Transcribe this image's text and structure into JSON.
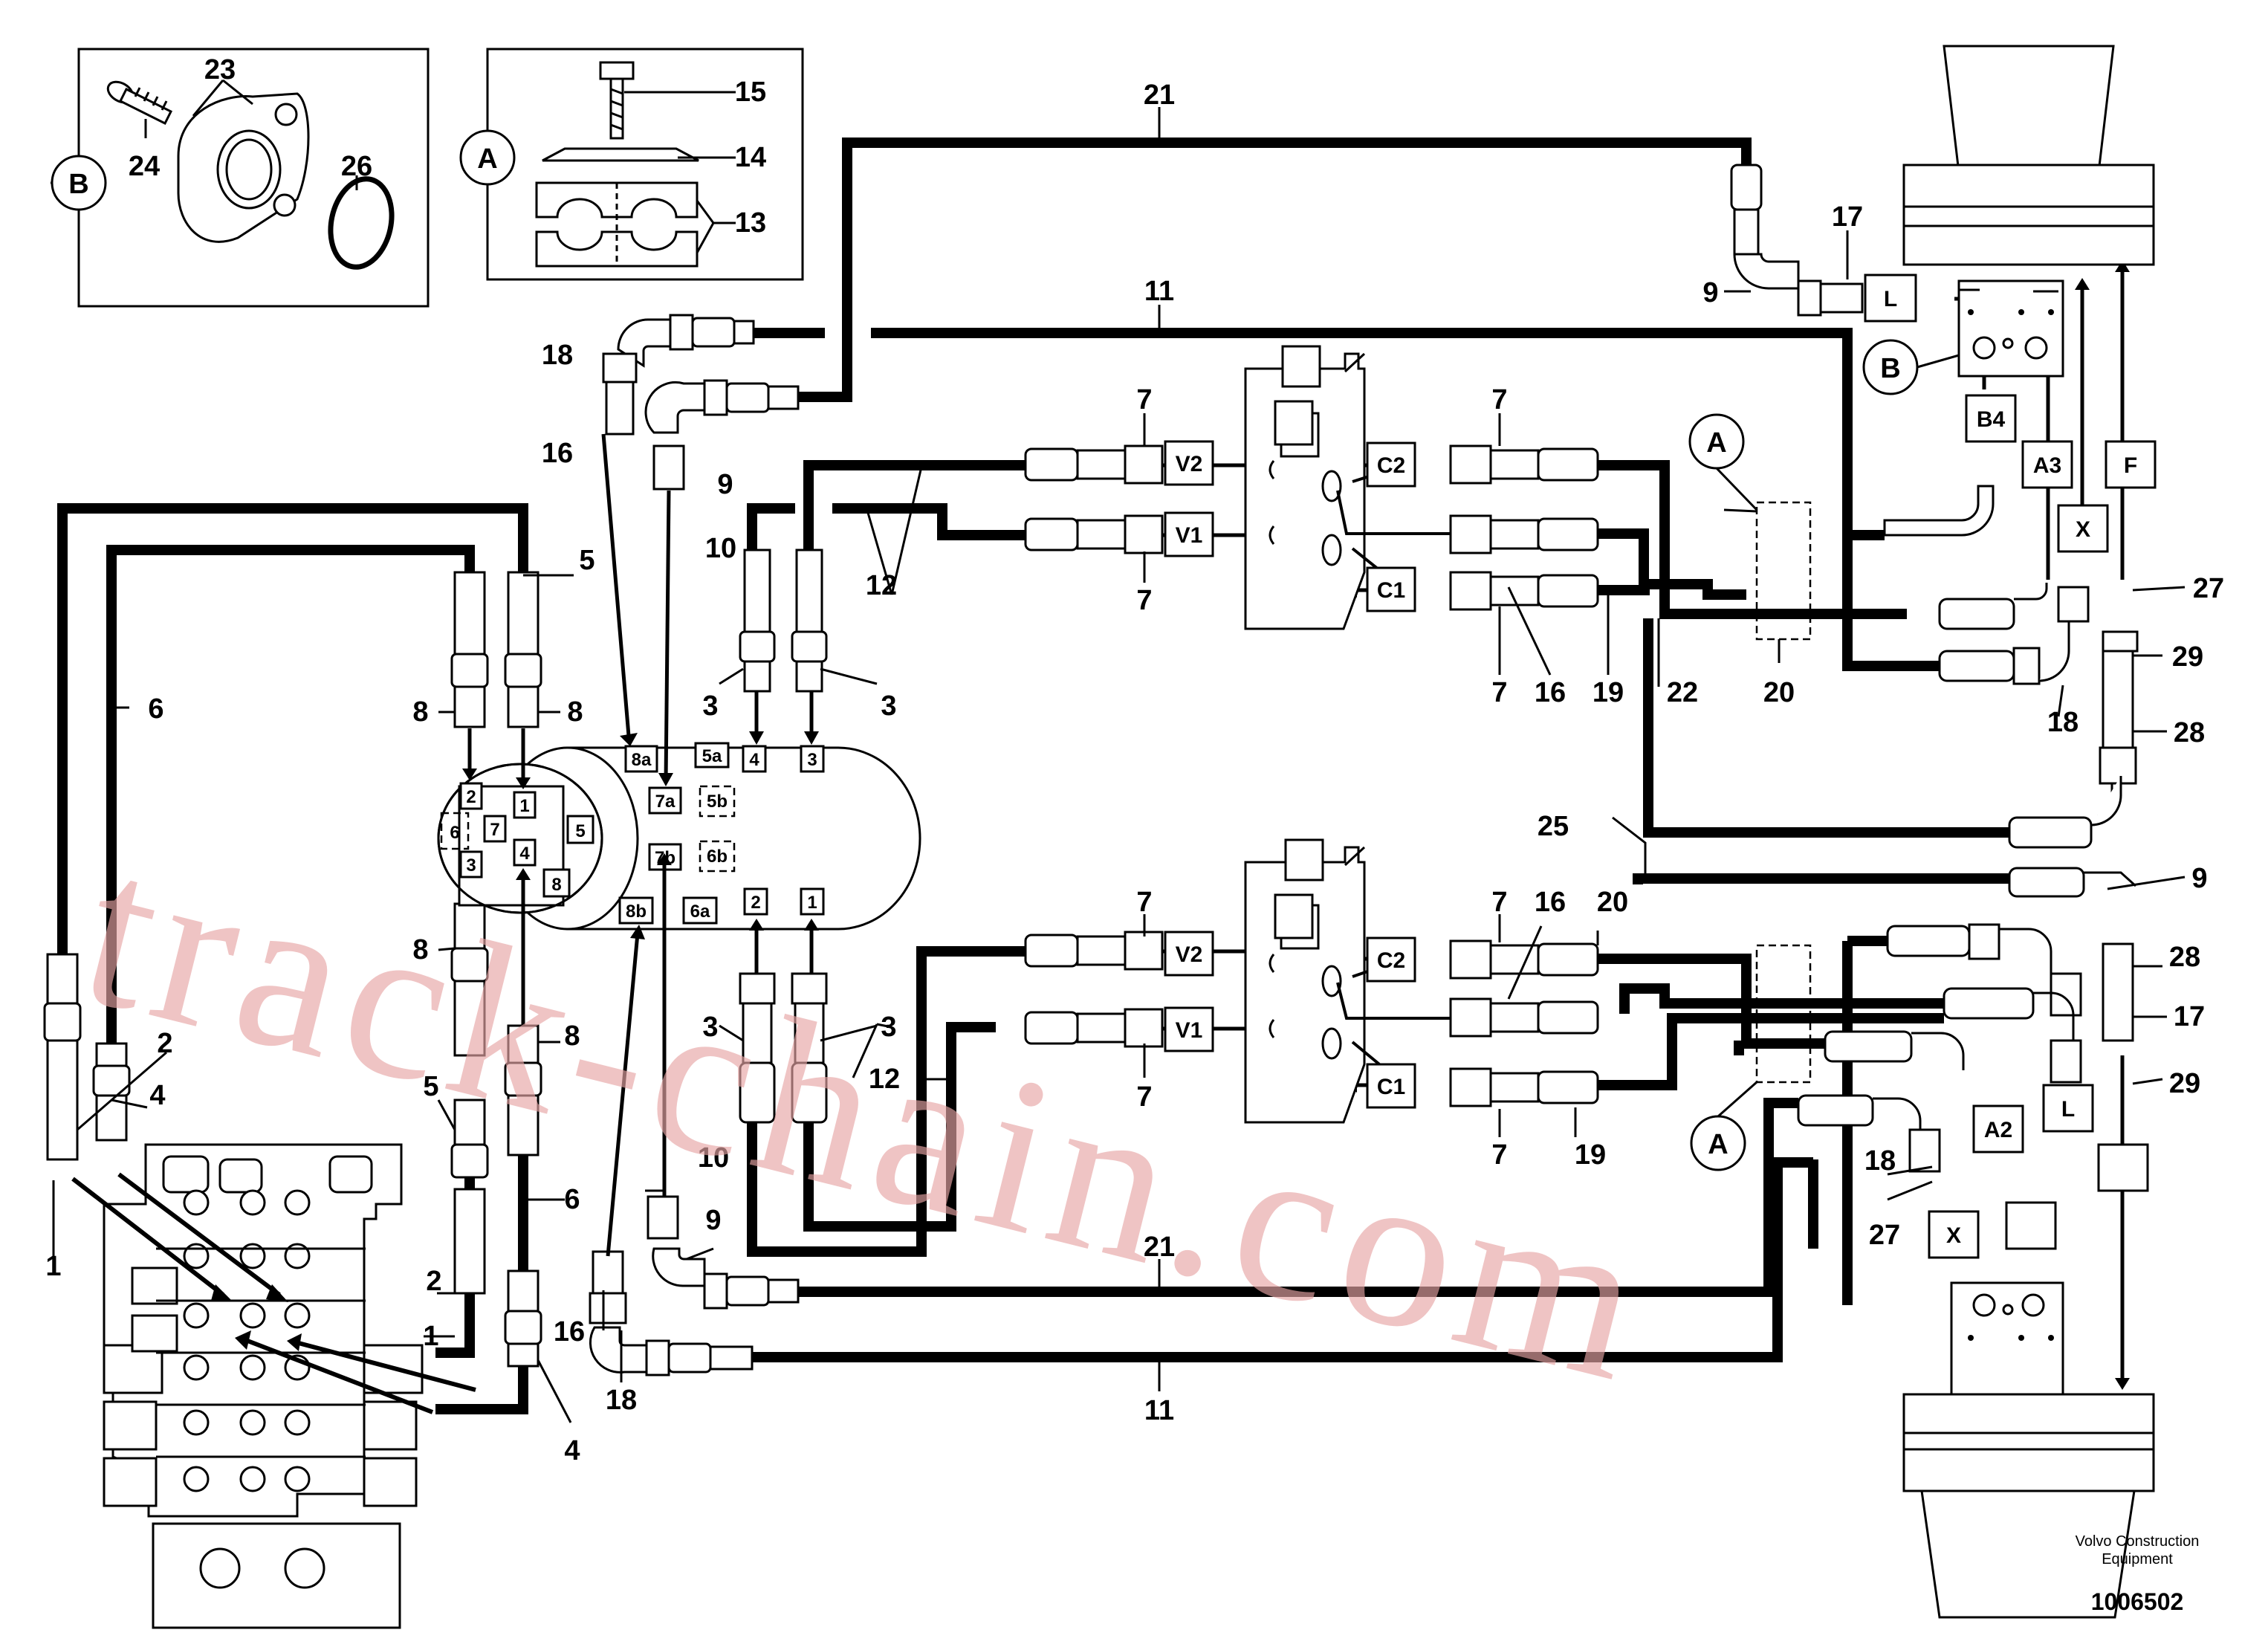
{
  "callouts": {
    "c1": "1",
    "c2": "2",
    "c3": "3",
    "c4": "4",
    "c5": "5",
    "c6": "6",
    "c7": "7",
    "c8": "8",
    "c9": "9",
    "c10": "10",
    "c11": "11",
    "c12": "12",
    "c13": "13",
    "c14": "14",
    "c15": "15",
    "c16": "16",
    "c17": "17",
    "c18": "18",
    "c19": "19",
    "c20": "20",
    "c21": "21",
    "c22": "22",
    "c23": "23",
    "c24": "24",
    "c25": "25",
    "c26": "26",
    "c27": "27",
    "c28": "28",
    "c29": "29"
  },
  "boxes": {
    "v1": "V1",
    "v2": "V2",
    "c1": "C1",
    "c2": "C2",
    "l": "L",
    "b4": "B4",
    "a3": "A3",
    "a2": "A2",
    "f": "F",
    "x": "X"
  },
  "ports": {
    "p1": "1",
    "p2": "2",
    "p3": "3",
    "p4": "4",
    "p5": "5",
    "p6": "6",
    "p7": "7",
    "p8": "8",
    "p8a": "8a",
    "p8b": "8b",
    "p7a": "7a",
    "p7b": "7b",
    "p6a": "6a",
    "p6b": "6b",
    "p5a": "5a",
    "p5b": "5b"
  },
  "circles": {
    "a": "A",
    "b": "B"
  },
  "footer": {
    "brand_line1": "Volvo Construction",
    "brand_line2": "Equipment",
    "doc_number": "1006502"
  },
  "watermark": "track-chain.com"
}
